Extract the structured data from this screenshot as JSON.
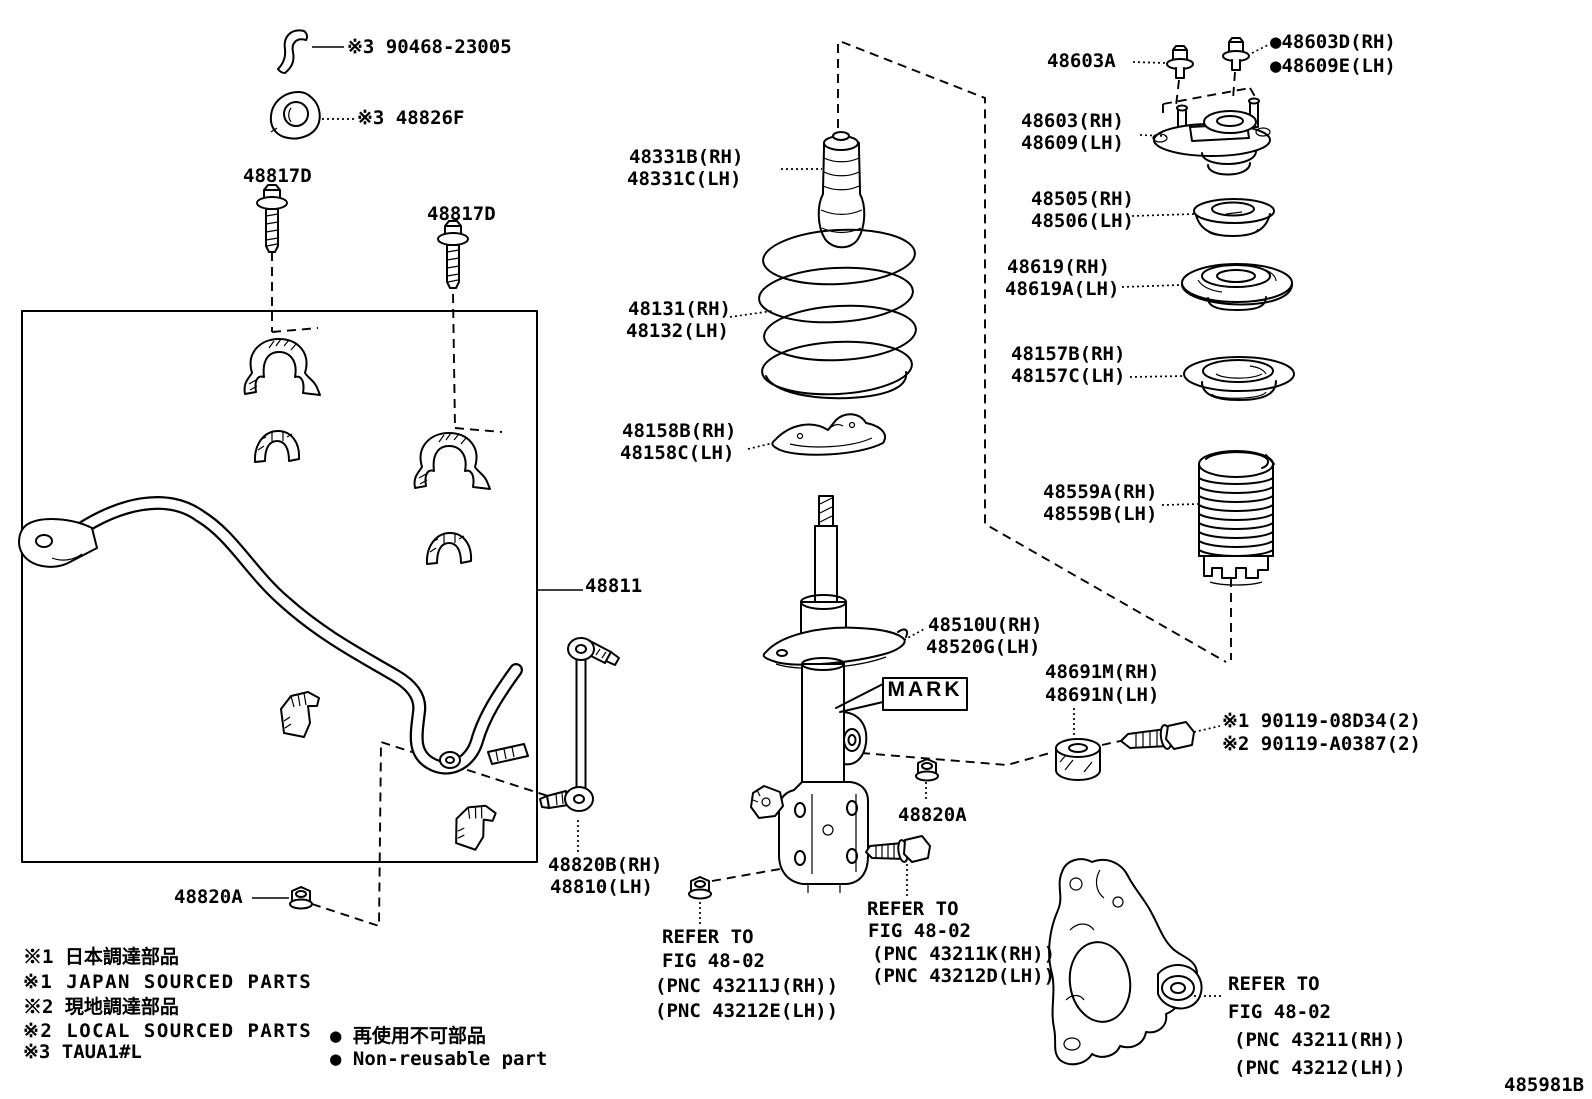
{
  "colors": {
    "ink": "#000000",
    "background": "#ffffff"
  },
  "doc_number": "485981B",
  "labels": {
    "clip": "※3 90468-23005",
    "grommet": "※3 48826F",
    "bolt_48817d_1": "48817D",
    "bolt_48817d_2": "48817D",
    "bump_stopper_rh": "48331B(RH)",
    "bump_stopper_lh": "48331C(LH)",
    "coil_spring_rh": "48131(RH)",
    "coil_spring_lh": "48132(LH)",
    "spring_lower_insulator_rh": "48158B(RH)",
    "spring_lower_insulator_lh": "48158C(LH)",
    "stabilizer_bar": "48811",
    "shock_absorber_rh": "48510U(RH)",
    "shock_absorber_lh": "48520G(LH)",
    "mark": "MARK",
    "stabilizer_link_rh": "48820B(RH)",
    "stabilizer_link_lh": "48810(LH)",
    "nut_left": "48820A",
    "nut_center": "48820A",
    "support_bolt": "48603A",
    "support_nut_rh": "●48603D(RH)",
    "support_nut_lh": "●48609E(LH)",
    "suspension_support_rh": "48603(RH)",
    "suspension_support_lh": "48609(LH)",
    "dust_seal_rh": "48505(RH)",
    "dust_seal_lh": "48506(LH)",
    "bearing_rh": "48619(RH)",
    "bearing_lh": "48619A(LH)",
    "spring_upper_insulator_rh": "48157B(RH)",
    "spring_upper_insulator_lh": "48157C(LH)",
    "spring_bumper_rh": "48559A(RH)",
    "spring_bumper_lh": "48559B(LH)",
    "cushion_rh": "48691M(RH)",
    "cushion_lh": "48691N(LH)",
    "bolt_90119_1": "※1 90119-08D34(2)",
    "bolt_90119_2": "※2 90119-A0387(2)"
  },
  "refer_notes": {
    "left": {
      "line1": "REFER TO",
      "line2": "FIG 48-02",
      "line3": "(PNC 43211J(RH))",
      "line4": "(PNC 43212E(LH))"
    },
    "center": {
      "line1": "REFER TO",
      "line2": "FIG 48-02",
      "line3": "(PNC 43211K(RH))",
      "line4": "(PNC 43212D(LH))"
    },
    "right": {
      "line1": "REFER TO",
      "line2": "FIG 48-02",
      "line3": "(PNC 43211(RH))",
      "line4": "(PNC 43212(LH))"
    }
  },
  "legend": {
    "note1_jp": "※1 日本調達部品",
    "note1_en": "※1 JAPAN SOURCED PARTS",
    "note2_jp": "※2 現地調達部品",
    "note2_en": "※2 LOCAL SOURCED PARTS",
    "note3": "※3 TAUA1#L",
    "nonreusable_jp": "● 再使用不可部品",
    "nonreusable_en": "● Non-reusable part"
  }
}
